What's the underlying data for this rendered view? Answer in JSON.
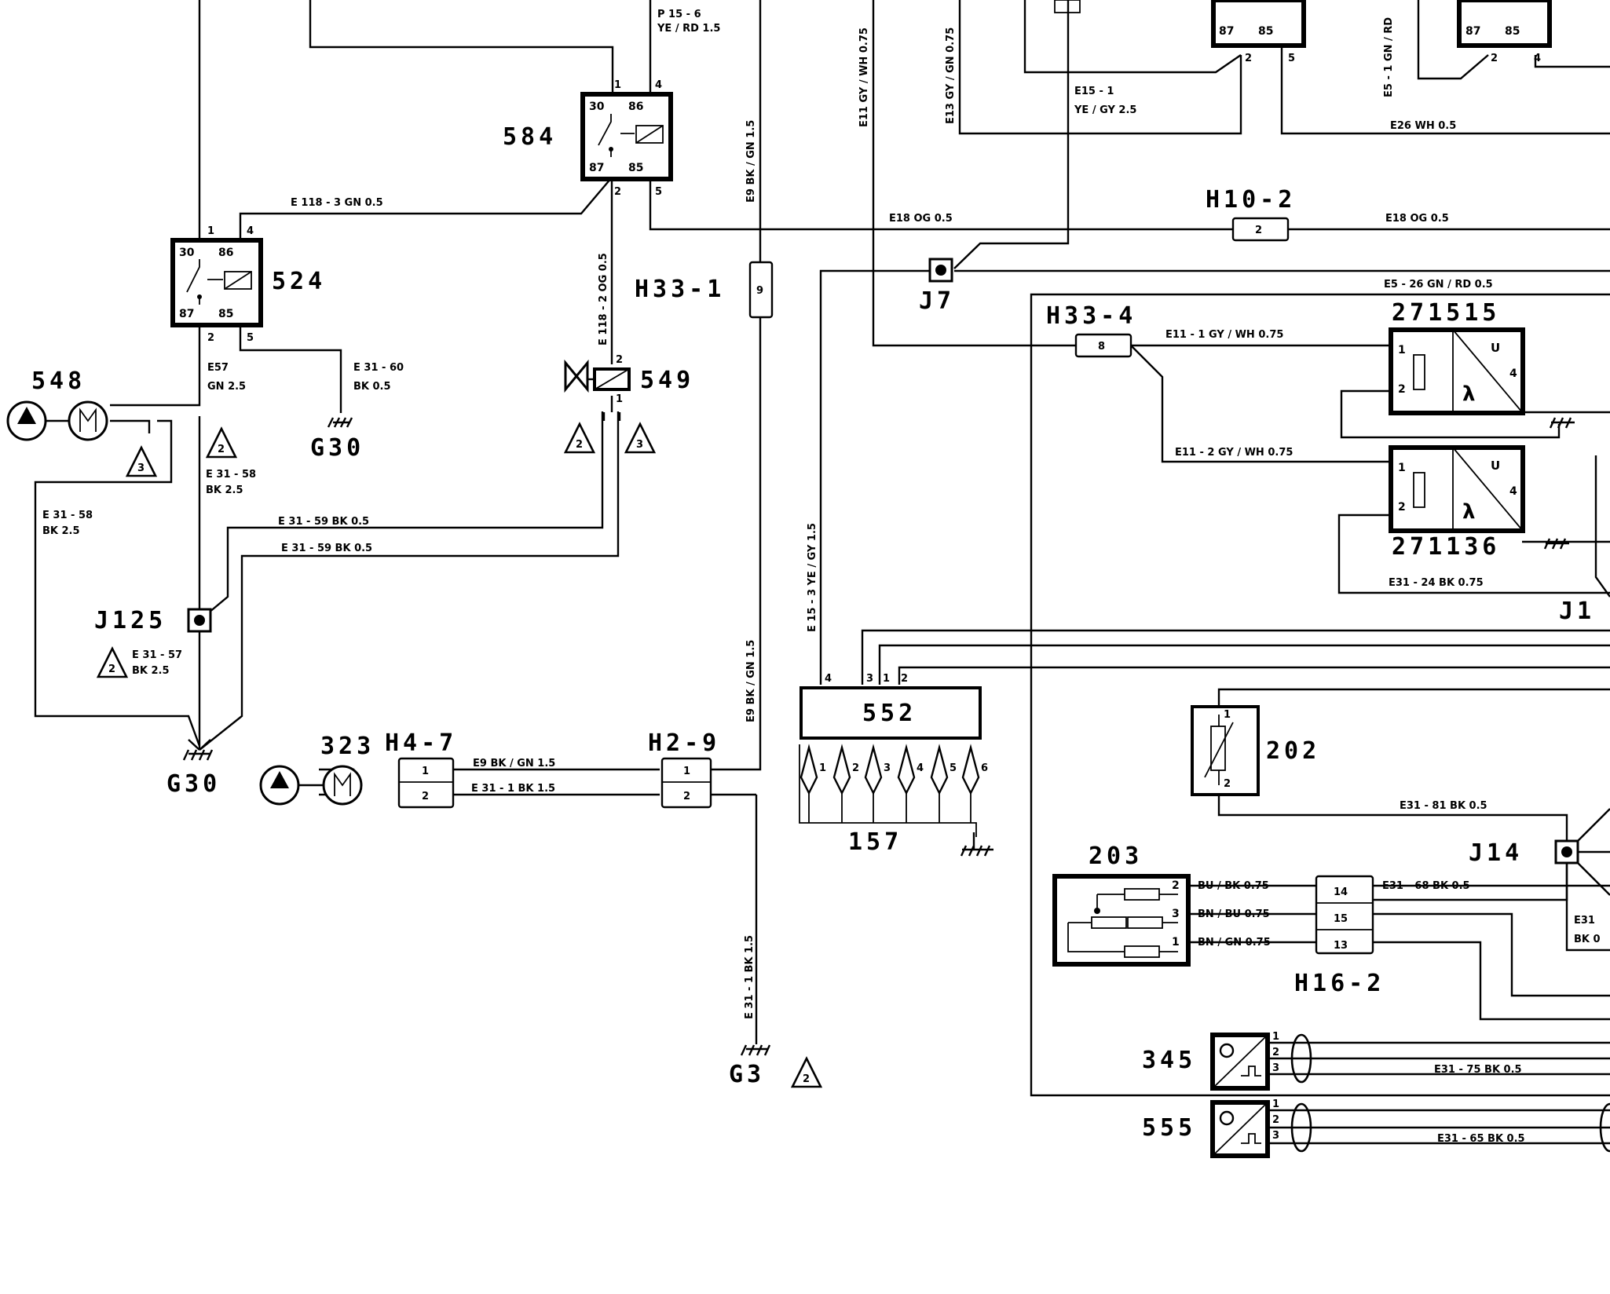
{
  "components": {
    "c584": "584",
    "c524": "524",
    "c548": "548",
    "c549": "549",
    "c552": "552",
    "c157": "157",
    "c323": "323",
    "c202": "202",
    "c203": "203",
    "c345": "345",
    "c555": "555",
    "c271515": "271515",
    "c271136": "271136",
    "h33_1": "H33-1",
    "h33_4": "H33-4",
    "h10_2": "H10-2",
    "h4_7": "H4-7",
    "h2_9": "H2-9",
    "h16_2": "H16-2",
    "j7": "J7",
    "j125": "J125",
    "j14": "J14",
    "j11": "J1",
    "g30a": "G30",
    "g30b": "G30",
    "g3": "G3"
  },
  "relay_pins": {
    "p30": "30",
    "p86": "86",
    "p87": "87",
    "p85": "85",
    "p1": "1",
    "p2": "2",
    "p4": "4",
    "p5": "5"
  },
  "warning_numbers": {
    "n2": "2",
    "n3": "3"
  },
  "lambda": {
    "u": "U",
    "l": "λ"
  },
  "wires": {
    "p15_6": "P 15 - 6",
    "p15_6b": "YE / RD   1.5",
    "e118_3": "E 118 - 3  GN  0.5",
    "e118_2": "E 118 - 2  OG  0.5",
    "e9_top": "E9  BK / GN  1.5",
    "e9_mid": "E9  BK / GN  1.5",
    "e9_h": "E9  BK / GN  1.5",
    "e31_1_h": "E 31 - 1  BK  1.5",
    "e31_1_v": "E 31 - 1  BK  1.5",
    "e11": "E11  GY / WH  0.75",
    "e13": "E13  GY / GN  0.75",
    "e15_1": "E15 - 1",
    "e15_1b": "YE / GY   2.5",
    "e5_1": "E5 - 1   GN / RD",
    "e26": "E26  WH   0.5",
    "e18a": "E18   OG   0.5",
    "e18b": "E18   OG   0.5",
    "e5_26": "E5 - 26  GN / RD   0.5",
    "e11_1": "E11 - 1  GY / WH   0.75",
    "e11_2": "E11 - 2  GY / WH   0.75",
    "e31_24": "E31 - 24  BK   0.75",
    "e15_3": "E 15 - 3  YE / GY  1.5",
    "e57": "E57",
    "e57b": "GN   2.5",
    "e31_60": "E 31 -  60",
    "e31_60b": "BK   0.5",
    "e31_58a": "E 31 - 58",
    "e31_58ab": "BK   2.5",
    "e31_58b": "E 31 - 58",
    "e31_58bb": "BK   2.5",
    "e31_59a": "E 31 - 59   BK   0.5",
    "e31_59b": "E 31 - 59   BK   0.5",
    "e31_57": "E 31 - 57",
    "e31_57b": "BK   2.5",
    "e31_81": "E31 - 81   BK   0.5",
    "e31_68": "E31 - 68   BK    0.5",
    "bu_bk": "BU / BK   0.75",
    "bn_bu": "BN / BU   0.75",
    "bn_gn": "BN / GN   0.75",
    "e31_75": "E31 - 75   BK   0.5",
    "e31_65": "E31 - 65   BK   0.5",
    "e31_right": "E31",
    "bk_right": "BK  0"
  },
  "fuse_pins": {
    "h33_1": "9",
    "h33_4": "8",
    "h10_2": "2",
    "f1": "1",
    "f2": "2",
    "f13": "13",
    "f14": "14",
    "f15": "15"
  },
  "pins": {
    "a1": "1",
    "a2": "2",
    "a3": "3",
    "a4": "4",
    "a5": "5",
    "a6": "6"
  }
}
